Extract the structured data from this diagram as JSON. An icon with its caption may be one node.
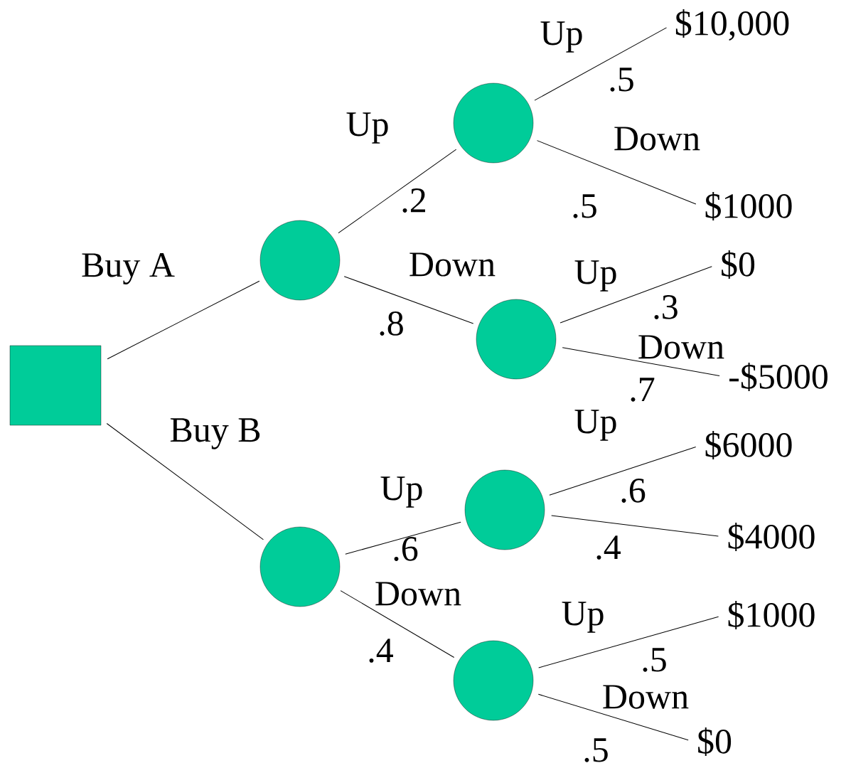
{
  "diagram": {
    "nodes": [
      {
        "text": [],
        "shape": "box"
      },
      {
        "text": [],
        "shape": "circle"
      },
      {
        "text": [],
        "shape": "circle"
      },
      {
        "text": [],
        "shape": "circle"
      },
      {
        "text": [],
        "shape": "circle"
      },
      {
        "text": [],
        "shape": "circle"
      },
      {
        "text": [],
        "shape": "circle"
      },
      {
        "text": [
          "$10,000"
        ]
      },
      {
        "text": [
          "$1000"
        ]
      },
      {
        "text": [
          "$0"
        ]
      },
      {
        "text": [
          "-$5000"
        ]
      },
      {
        "text": [
          "$6000"
        ]
      },
      {
        "text": [
          "$4000"
        ]
      },
      {
        "text": [
          "$1000"
        ]
      },
      {
        "text": [
          "$0"
        ]
      }
    ],
    "edges": [
      {
        "from": 0,
        "to": 1,
        "arrow": "none",
        "label": "Buy A"
      },
      {
        "from": 0,
        "to": 2,
        "arrow": "none",
        "label": "Buy B"
      },
      {
        "from": 1,
        "to": 3,
        "arrow": "none",
        "label": "Up"
      },
      {
        "from": 1,
        "to": 4,
        "arrow": "none",
        "label": "Down"
      },
      {
        "from": 2,
        "to": 5,
        "arrow": "none",
        "label": "Up"
      },
      {
        "from": 2,
        "to": 6,
        "arrow": "none",
        "label": "Down"
      },
      {
        "from": 3,
        "to": 7,
        "arrow": "none",
        "label": "Up"
      },
      {
        "from": 3,
        "to": 8,
        "arrow": "none",
        "label": "Down"
      },
      {
        "from": 4,
        "to": 9,
        "arrow": "none",
        "label": "Up"
      },
      {
        "from": 4,
        "to": 10,
        "arrow": "none",
        "label": "Down"
      },
      {
        "from": 5,
        "to": 11,
        "arrow": "none",
        "label": "Up"
      },
      {
        "from": 5,
        "to": 12,
        "arrow": "none"
      },
      {
        "from": 6,
        "to": 13,
        "arrow": "none",
        "label": "Up"
      },
      {
        "from": 6,
        "to": 14,
        "arrow": "none",
        "label": "Down"
      }
    ],
    "labels": [
      ".5",
      ".2",
      ".5",
      ".3",
      ".8",
      ".7",
      ".6",
      ".6",
      ".4",
      ".4",
      ".5",
      ".5"
    ]
  }
}
